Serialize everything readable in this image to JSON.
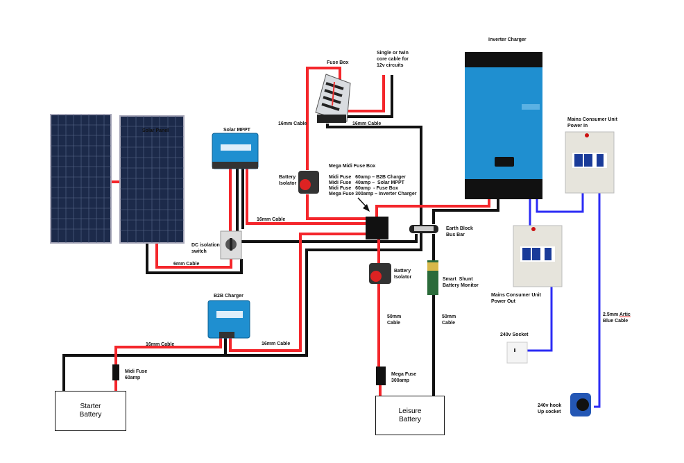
{
  "labels": {
    "solar_panel": "Solar Panel",
    "solar_mppt": "Solar MPPT",
    "dc_isolation": "DC isolation\nswitch",
    "cable_6mm": "6mm Cable",
    "cable_16mm_mppt": "16mm Cable",
    "cable_16mm_fuse_left": "16mm Cable",
    "cable_16mm_fuse_right": "16mm Cable",
    "fuse_box": "Fuse Box",
    "single_twin": "Single or twin\ncore cable for\n12v circuits",
    "battery_isolator_top": "Battery\nIsolator",
    "mega_midi_title": "Mega Midi Fuse Box",
    "mega_midi_lines": [
      "Midi Fuse   60amp – B2B Charger",
      "Midi Fuse   40amp –  Solar MPPT",
      "Midi Fuse   60amp  - Fuse Box",
      "Mega Fuse 300amp – Inverter Charger"
    ],
    "inverter_charger": "Inverter Charger",
    "earth_block": "Earth Block\nBus Bar",
    "battery_isolator_bottom": "Battery\nIsolator",
    "smart_shunt": "Smart  Shunt\nBattery Monitor",
    "cable_50mm_left": "50mm\nCable",
    "cable_50mm_right": "50mm\nCable",
    "mega_fuse": "Mega Fuse\n300amp",
    "b2b_charger": "B2B Charger",
    "cable_16mm_b2b_left": "16mm Cable",
    "cable_16mm_b2b_right": "16mm Cable",
    "midi_fuse": "Midi Fuse\n60amp",
    "starter_battery": "Starter\nBattery",
    "leisure_battery": "Leisure\nBattery",
    "mains_in": "Mains Consumer Unit\nPower In",
    "mains_out": "Mains Consumer Unit\nPower Out",
    "socket_240v": "240v Socket",
    "hookup_240v": "240v hook\nUp socket",
    "arctic_cable_1": "2.5mm ",
    "arctic_cable_word": "Artic",
    "arctic_cable_2": "Blue Cable"
  },
  "colors": {
    "positive": "#f4262b",
    "negative": "#111111",
    "mains": "#2b2bf5",
    "victron_blue": "#1f8fd0"
  }
}
